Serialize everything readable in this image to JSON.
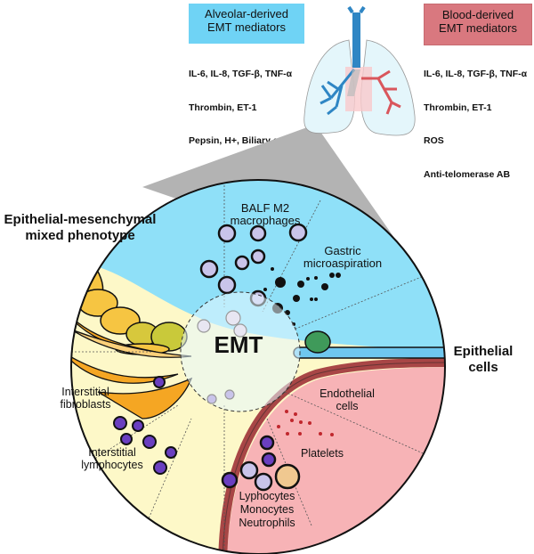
{
  "title_boxes": {
    "alveolar": {
      "line1": "Alveolar-derived",
      "line2": "EMT mediators",
      "color": "#6fd3f5"
    },
    "blood": {
      "line1": "Blood-derived",
      "line2": "EMT mediators",
      "color": "#d9787f"
    }
  },
  "mediators": {
    "alveolar": [
      "IL-6, IL-8, TGF-β, TNF-α",
      "Thrombin, ET-1",
      "Pepsin, H+, Biliary acids"
    ],
    "blood": [
      "IL-6, IL-8, TGF-β, TNF-α",
      "Thrombin, ET-1",
      "ROS",
      "Anti-telomerase AB"
    ]
  },
  "labels": {
    "emp_line1": "Epithelial-mesenchymal",
    "emp_line2": "mixed phenotype",
    "epithelial_line1": "Epithelial",
    "epithelial_line2": "cells",
    "emt": "EMT",
    "balf_line1": "BALF M2",
    "balf_line2": "macrophages",
    "gastric_line1": "Gastric",
    "gastric_line2": "microaspiration",
    "fibro_line1": "Interstitial",
    "fibro_line2": "fibroblasts",
    "lymph_line1": "Interstitial",
    "lymph_line2": "lymphocytes",
    "endo_line1": "Endothelial",
    "endo_line2": "cells",
    "platelets": "Platelets",
    "blood_cells_line1": "Lyphocytes",
    "blood_cells_line2": "Monocytes",
    "blood_cells_line3": "Neutrophils"
  },
  "colors": {
    "alveolar_space": "#8fe0f8",
    "interstitium": "#fdf8c8",
    "vessel": "#f7b3b6",
    "vessel_wall": "#a84646",
    "lymphocyte": "#6a3fc0",
    "macrophage": "#c9c4ea",
    "fibroblast": "#f5a623",
    "epithelial_yellow": "#f6c542",
    "epithelial_olive": "#c9c93a",
    "epithelial_green": "#3f9a5a",
    "epithelial_blue": "#6fc7ef",
    "cone": "#b3b3b3"
  }
}
